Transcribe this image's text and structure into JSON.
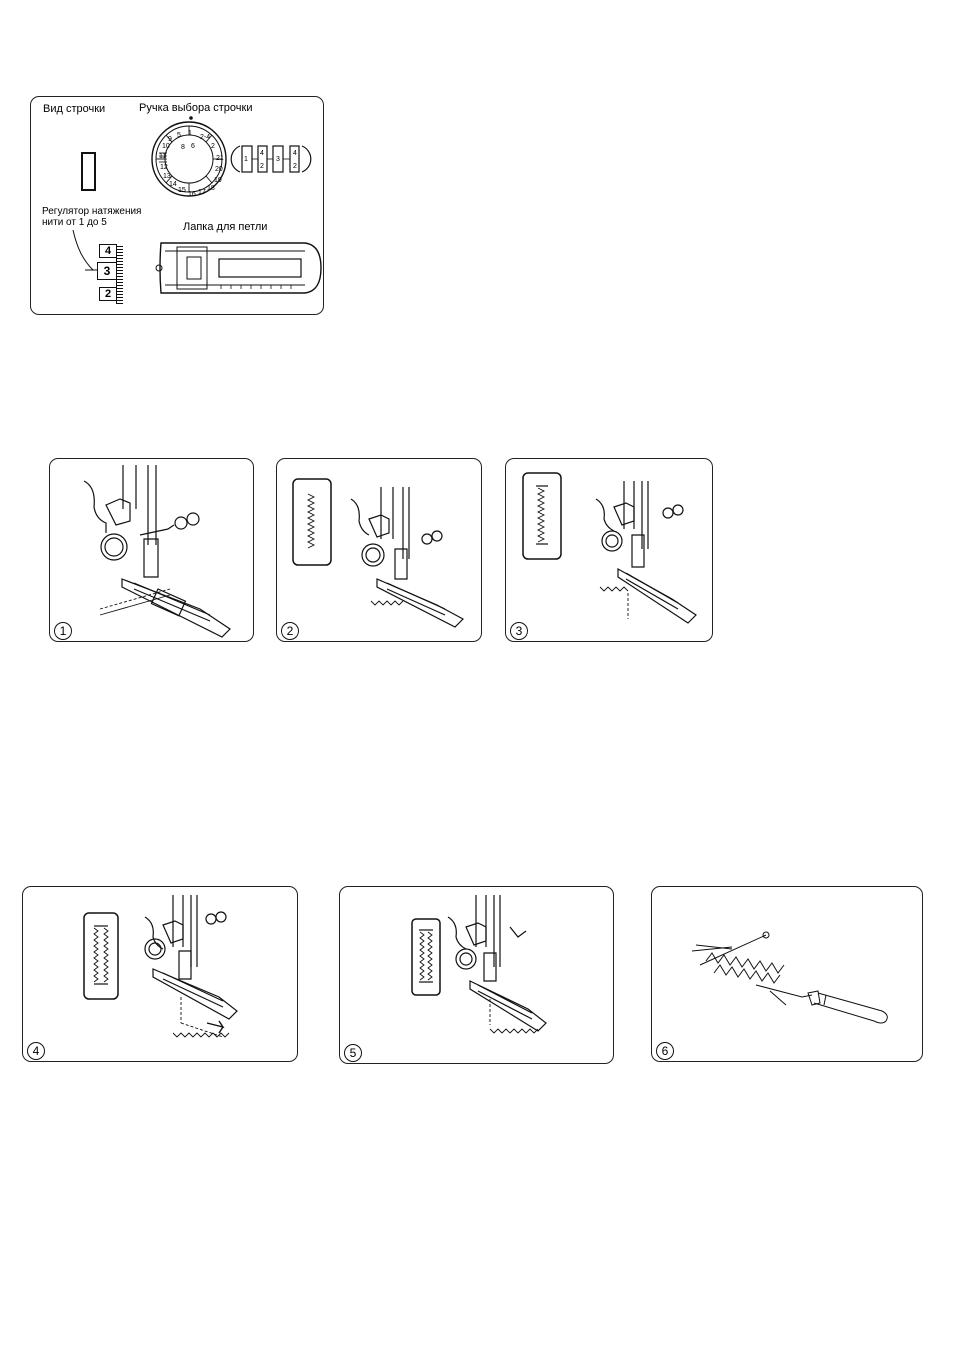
{
  "legend": {
    "stitch_type_label": "Вид строчки",
    "selector_knob_label": "Ручка выбора строчки",
    "tension_label_line1": "Регулятор  натяжения",
    "tension_label_line2": "нити  от  1   до  5",
    "buttonhole_foot_label": "Лапка для петли",
    "tension_values": [
      "4",
      "3",
      "2"
    ],
    "dial_numbers": [
      "5",
      "1",
      "2-4",
      "2",
      "21",
      "20",
      "19",
      "18",
      "17",
      "16",
      "15",
      "14",
      "13",
      "12",
      "11",
      "10",
      "9",
      "8",
      "6"
    ],
    "steps_strip": [
      "1",
      "4",
      "2",
      "3",
      "4",
      "2"
    ]
  },
  "steps": [
    {
      "number": "1"
    },
    {
      "number": "2"
    },
    {
      "number": "3"
    },
    {
      "number": "4"
    },
    {
      "number": "5"
    },
    {
      "number": "6"
    }
  ]
}
